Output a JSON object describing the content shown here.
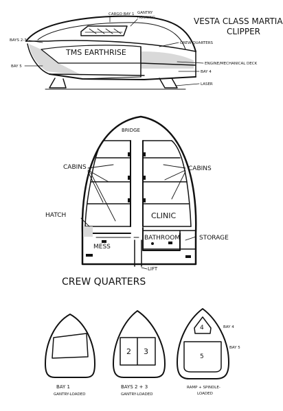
{
  "title": {
    "line1": "VESTA CLASS MARTIAN",
    "line2": "CLIPPER"
  },
  "side_view": {
    "ship_name": "TMS EARTHRISE",
    "labels": {
      "cargo_bay_1": "CARGO BAY 1",
      "gantry_housing_1": "GANTRY",
      "gantry_housing_2": "HOUSING",
      "bays_2_3": "BAYS 2-3",
      "crew_quarters": "CREW QUARTERS",
      "bay_5": "BAY 5",
      "engine_deck": "ENGINE/MECHANICAL DECK",
      "bay_4": "BAY 4",
      "laser": "LASER"
    }
  },
  "crew_plan": {
    "caption": "CREW QUARTERS",
    "labels": {
      "bridge": "BRIDGE",
      "cabins_left": "CABINS",
      "cabins_right": "CABINS",
      "hatch": "HATCH",
      "clinic": "CLINIC",
      "bathroom": "BATHROOM",
      "storage": "STORAGE",
      "mess": "MESS",
      "lift": "LIFT"
    }
  },
  "cargo_sections": [
    {
      "caption_line1": "BAY 1",
      "caption_line2": "GANTRY-LOADED"
    },
    {
      "caption_line1": "BAYS 2 + 3",
      "caption_line2": "GANTRY-LOADED",
      "bay_a": "2",
      "bay_b": "3"
    },
    {
      "caption_line1": "RAMP + SPINDLE-",
      "caption_line2": "LOADED",
      "bay_top": "4",
      "bay_bottom": "5",
      "side_label_top": "BAY 4",
      "side_label_bottom": "BAY 5"
    }
  ]
}
